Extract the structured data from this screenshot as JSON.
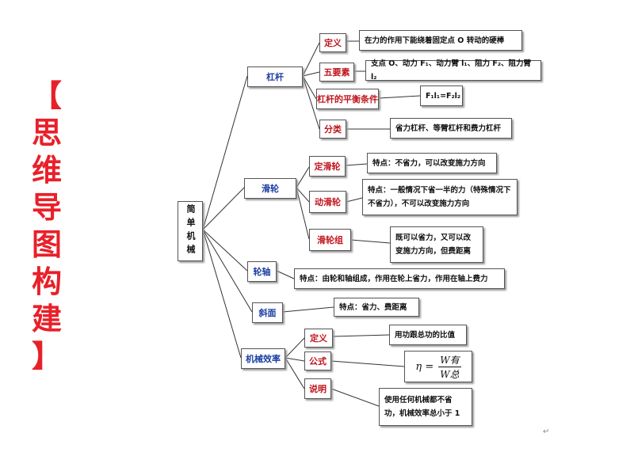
{
  "side_title": [
    "【",
    "思",
    "维",
    "导",
    "图",
    "构",
    "建",
    "】"
  ],
  "root": "简单机械",
  "branches": {
    "lever": "杠杆",
    "pulley": "滑轮",
    "wheel_axle": "轮轴",
    "incline": "斜面",
    "efficiency": "机械效率"
  },
  "lever": {
    "definition_label": "定义",
    "definition": "在力的作用下能绕着固定点 O 转动的硬棒",
    "elements_label": "五要素",
    "elements": "支点 O、动力 F₁、动力臂 l₁、阻力 F₂、阻力臂 l₂",
    "balance_label": "杠杆的平衡条件",
    "balance": "F₁l₁=F₂l₂",
    "types_label": "分类",
    "types": "省力杠杆、等臂杠杆和费力杠杆"
  },
  "pulley": {
    "fixed_label": "定滑轮",
    "fixed": "特点：不省力，可以改变施力方向",
    "movable_label": "动滑轮",
    "movable": "特点：一般情况下省一半的力（特殊情况下不省力），不可以改变施力方向",
    "block_label": "滑轮组",
    "block": "既可以省力，又可以改变施力方向，但费距离"
  },
  "wheel_axle": {
    "desc": "特点：由轮和轴组成，作用在轮上省力，作用在轴上费力"
  },
  "incline": {
    "desc": "特点：省力、费距离"
  },
  "efficiency": {
    "definition_label": "定义",
    "definition": "用功跟总功的比值",
    "formula_label": "公式",
    "formula_lhs": "η =",
    "formula_num": "W有",
    "formula_den": "W总",
    "note_label": "说明",
    "note": "使用任何机械都不省功，机械效率总小于 1"
  },
  "mark": "↵"
}
